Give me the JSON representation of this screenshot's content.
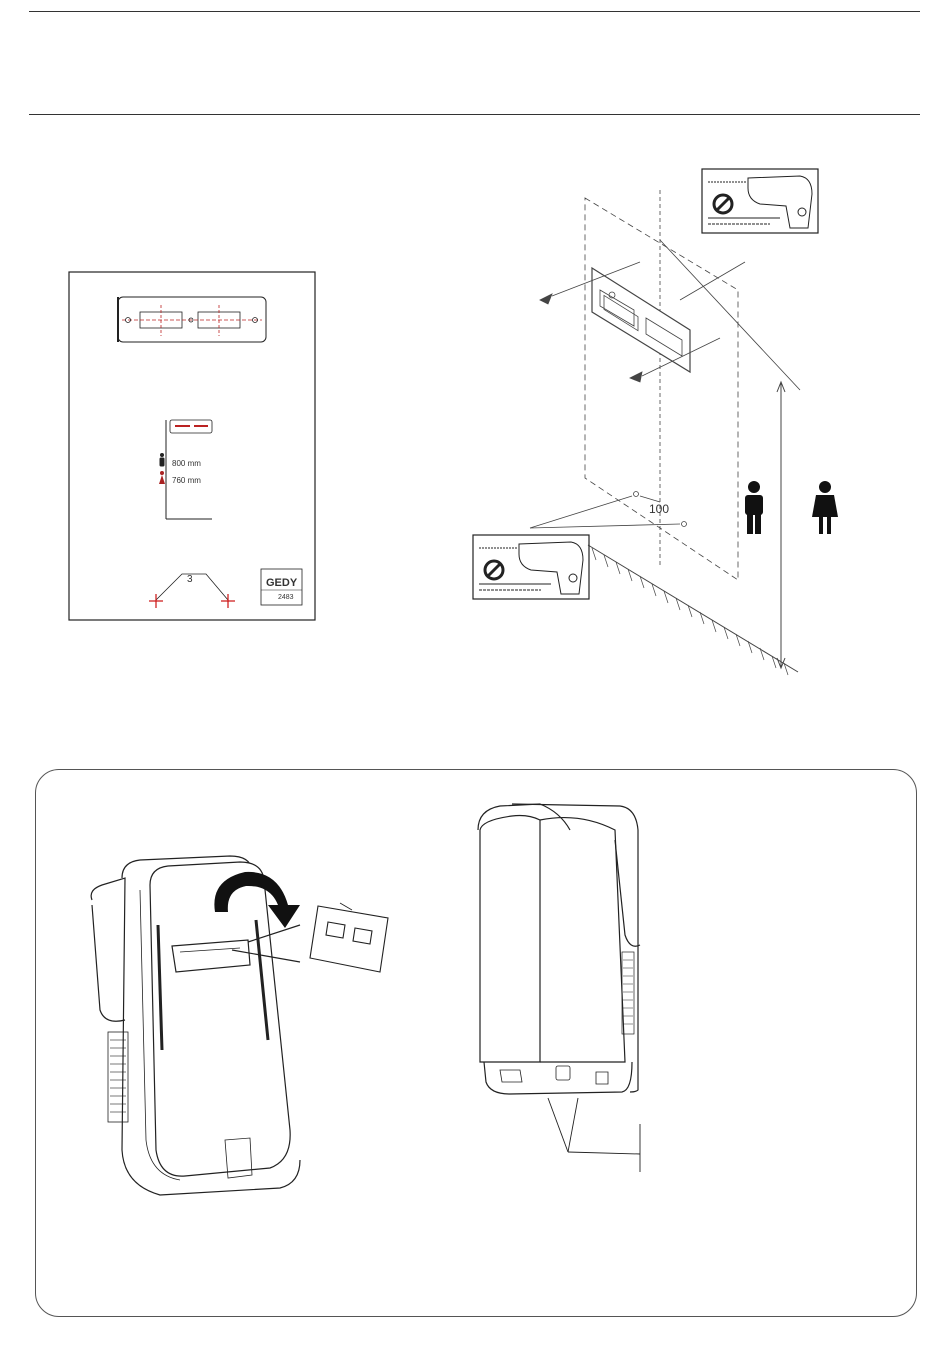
{
  "template": {
    "height_man": "800 mm",
    "height_woman": "760 mm",
    "spacing_mark": "3",
    "brand": "GEDY",
    "code": "2483"
  },
  "wall_diagram": {
    "hole_spacing": "100"
  }
}
